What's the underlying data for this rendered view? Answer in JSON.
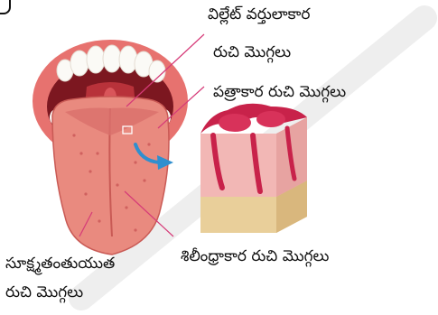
{
  "labels": {
    "villet_line1": "విల్లేట్ వర్తులాకార",
    "villet_line2": "రుచి మొగ్గలు",
    "foliate": "పత్రాకార రుచి మొగ్గలు",
    "filiform_line1": "సూక్ష్మతంతుయుత",
    "filiform_line2": "రుచి మొగ్గలు",
    "fungiform": "శిలీంధ్రాకార రుచి మొగ్గలు"
  },
  "colors": {
    "pointer_line": "#d63a78",
    "tongue": "#e98a7f",
    "tongue_dark": "#c95a55",
    "lips": "#e7726f",
    "throat": "#b8323a",
    "teeth": "#fbfaf6",
    "tissue_top": "#c8224a",
    "tissue_body": "#f2b7b5",
    "tissue_base": "#e9cf9a",
    "arrow": "#2f8fcf",
    "watermark": "#cfcfcf"
  },
  "icons": {
    "zoom_arrow": "curved-arrow-icon"
  }
}
